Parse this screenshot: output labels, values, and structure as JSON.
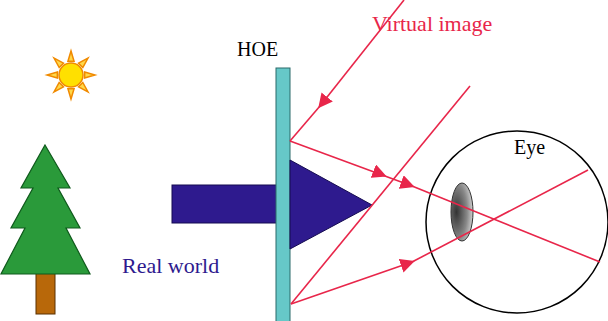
{
  "diagram": {
    "labels": [
      "Virtual image",
      "HOE",
      "Eye",
      "Real world"
    ]
  }
}
